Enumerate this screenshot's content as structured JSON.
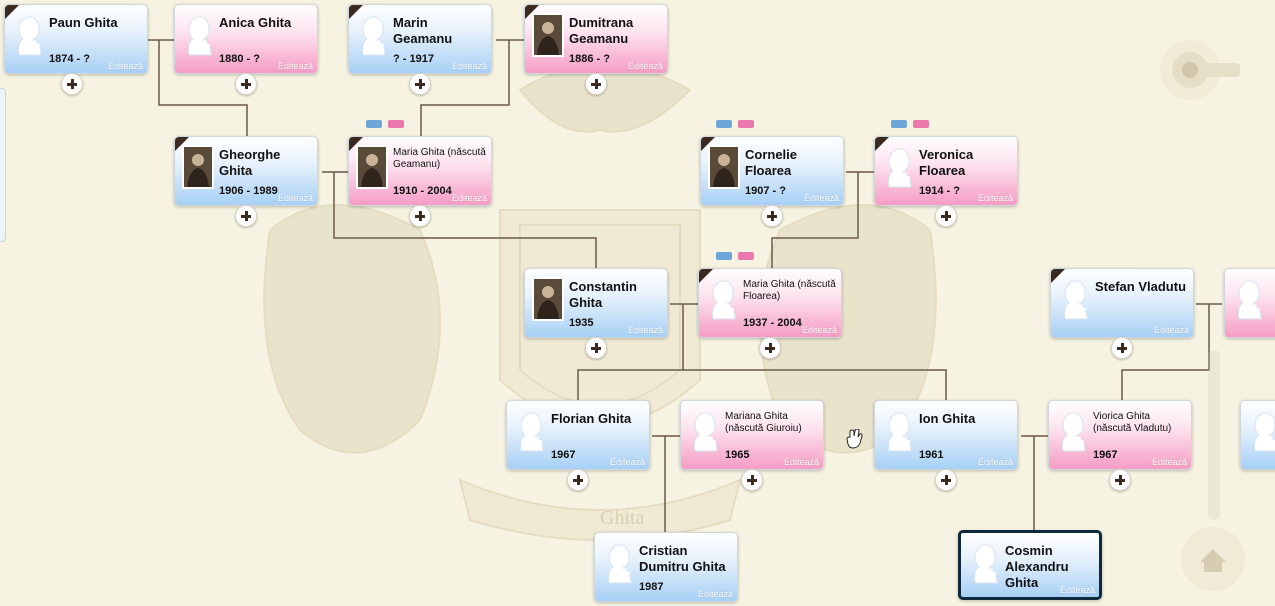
{
  "edit_label": "Editează",
  "colors": {
    "male": "#a7d0f5",
    "female": "#f59cc4",
    "line": "#6b5a48",
    "background": "#f7f3e2"
  },
  "watermark": {
    "text": "Ghita"
  },
  "people": [
    {
      "id": "paun",
      "name": "Paun Ghita",
      "dates": "1874 - ?",
      "gender": "male",
      "photo": "silhouette",
      "deceased": true
    },
    {
      "id": "anica",
      "name": "Anica Ghita",
      "dates": "1880 - ?",
      "gender": "female",
      "photo": "silhouette",
      "deceased": false
    },
    {
      "id": "marin",
      "name": "Marin Geamanu",
      "dates": "? - 1917",
      "gender": "male",
      "photo": "silhouette",
      "deceased": true
    },
    {
      "id": "dumitrana",
      "name": "Dumitrana Geamanu",
      "dates": "1886 - ?",
      "gender": "female",
      "photo": "picture",
      "deceased": true
    },
    {
      "id": "gheorghe",
      "name": "Gheorghe Ghita",
      "dates": "1906 - 1989",
      "gender": "male",
      "photo": "picture",
      "deceased": true
    },
    {
      "id": "maria1",
      "name": "Maria Ghita (născută Geamanu)",
      "dates": "1910 - 2004",
      "gender": "female",
      "photo": "picture",
      "deceased": true,
      "small": true
    },
    {
      "id": "cornelie",
      "name": "Cornelie Floarea",
      "dates": "1907 - ?",
      "gender": "male",
      "photo": "picture",
      "deceased": true
    },
    {
      "id": "veronica",
      "name": "Veronica Floarea",
      "dates": "1914 - ?",
      "gender": "female",
      "photo": "silhouette",
      "deceased": true
    },
    {
      "id": "constantin",
      "name": "Constantin Ghita",
      "dates": "1935",
      "gender": "male",
      "photo": "picture",
      "deceased": false
    },
    {
      "id": "maria2",
      "name": "Maria Ghita (născută Floarea)",
      "dates": "1937 - 2004",
      "gender": "female",
      "photo": "silhouette",
      "deceased": true,
      "small": true
    },
    {
      "id": "stefan",
      "name": "Stefan Vladutu",
      "dates": "",
      "gender": "male",
      "photo": "silhouette",
      "deceased": true
    },
    {
      "id": "edgefemale",
      "name": "",
      "dates": "",
      "gender": "female",
      "photo": "silhouette",
      "deceased": false
    },
    {
      "id": "florian",
      "name": "Florian Ghita",
      "dates": "1967",
      "gender": "male",
      "photo": "silhouette",
      "deceased": false
    },
    {
      "id": "mariana",
      "name": "Mariana Ghita (născută Giuroiu)",
      "dates": "1965",
      "gender": "female",
      "photo": "silhouette",
      "deceased": false,
      "small": true
    },
    {
      "id": "ion",
      "name": "Ion Ghita",
      "dates": "1961",
      "gender": "male",
      "photo": "silhouette",
      "deceased": false
    },
    {
      "id": "viorica",
      "name": "Viorica Ghita (născută Vladutu)",
      "dates": "1967",
      "gender": "female",
      "photo": "silhouette",
      "deceased": false,
      "small": true
    },
    {
      "id": "edgemale",
      "name": "",
      "dates": "",
      "gender": "male",
      "photo": "silhouette",
      "deceased": false
    },
    {
      "id": "cristian",
      "name": "Cristian Dumitru Ghita",
      "dates": "1987",
      "gender": "male",
      "photo": "silhouette",
      "deceased": false
    },
    {
      "id": "cosmin",
      "name": "Cosmin Alexandru Ghita",
      "dates": "",
      "gender": "male",
      "photo": "silhouette",
      "deceased": false,
      "selected": true
    }
  ]
}
